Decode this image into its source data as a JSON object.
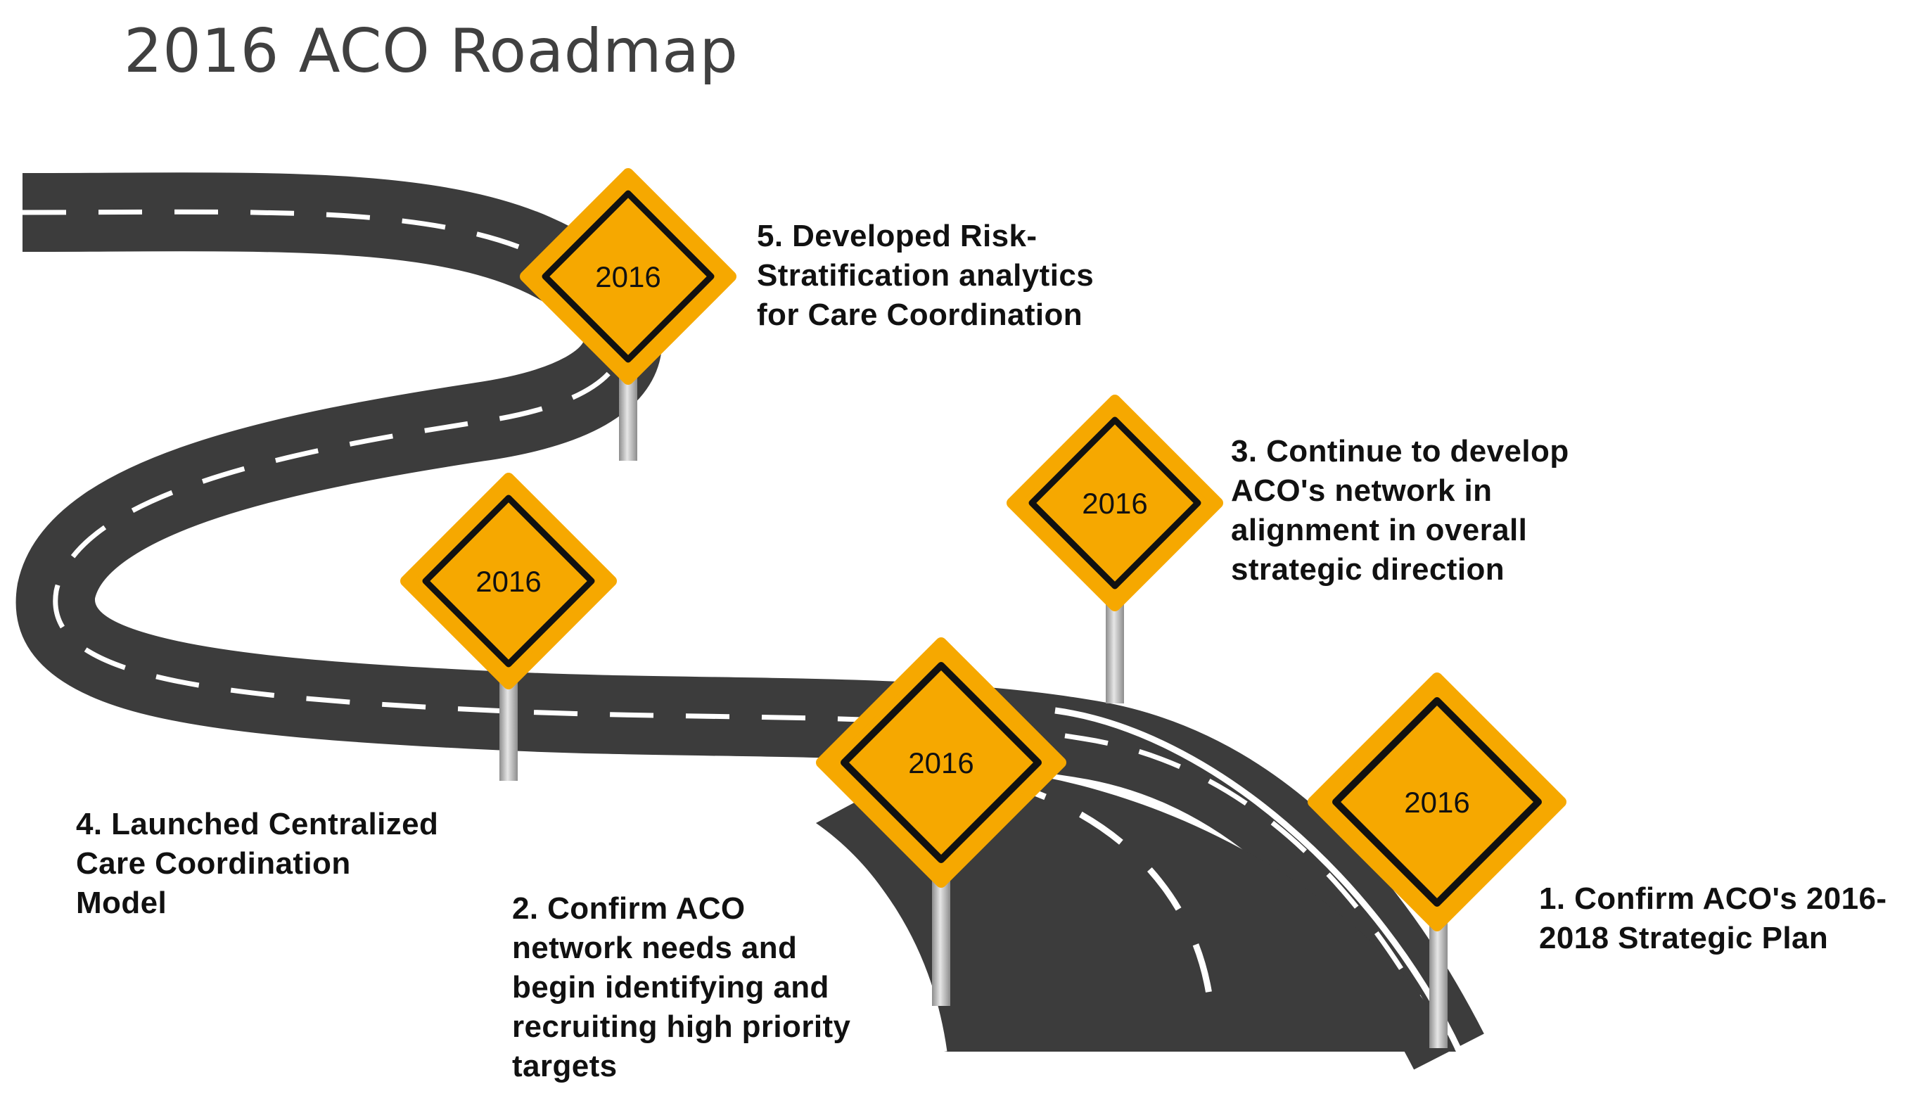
{
  "title": "2016 ACO Roadmap",
  "colors": {
    "road": "#3c3c3c",
    "road_edge": "#ffffff",
    "sign_fill": "#f6a800",
    "sign_border": "#111111",
    "pole": "#b8b8b8",
    "text": "#111111",
    "title_text": "#404040"
  },
  "signs": [
    {
      "id": "sign-1",
      "year": "2016"
    },
    {
      "id": "sign-2",
      "year": "2016"
    },
    {
      "id": "sign-3",
      "year": "2016"
    },
    {
      "id": "sign-4",
      "year": "2016"
    },
    {
      "id": "sign-5",
      "year": "2016"
    }
  ],
  "milestones": [
    {
      "number": "1",
      "lines": [
        "1. Confirm ACO's 2016-",
        "2018 Strategic Plan"
      ]
    },
    {
      "number": "2",
      "lines": [
        "2. Confirm ACO",
        "network needs and",
        "begin identifying and",
        "recruiting high priority",
        "targets"
      ]
    },
    {
      "number": "3",
      "lines": [
        "3. Continue to develop",
        "ACO's network in",
        "alignment in overall",
        "strategic direction"
      ]
    },
    {
      "number": "4",
      "lines": [
        "4. Launched Centralized",
        "Care Coordination",
        "Model"
      ]
    },
    {
      "number": "5",
      "lines": [
        "5. Developed Risk-",
        "Stratification analytics",
        "for Care Coordination"
      ]
    }
  ]
}
